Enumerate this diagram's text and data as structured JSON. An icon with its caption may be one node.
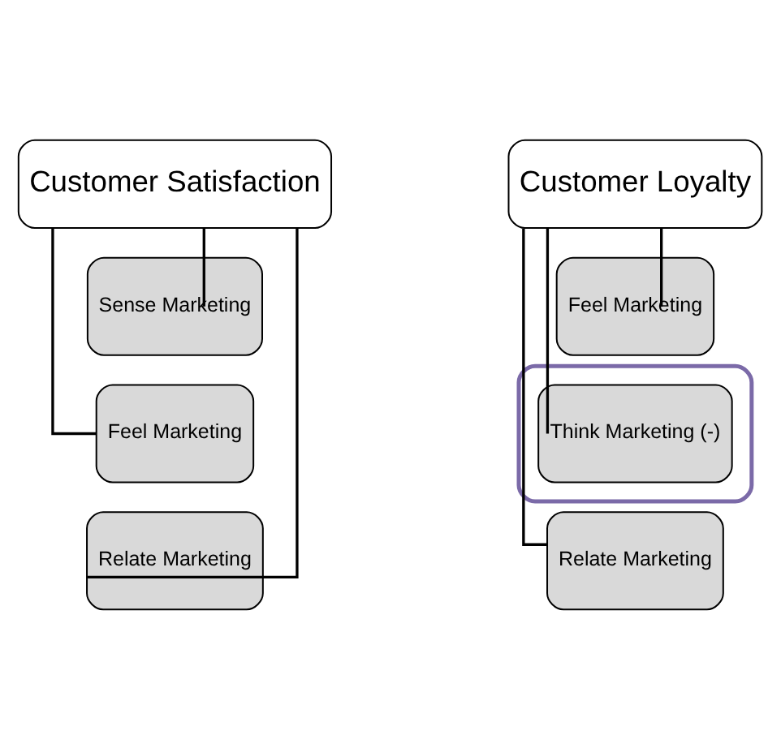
{
  "diagram": {
    "nodes": [
      {
        "text": [
          "Customer Satisfaction"
        ]
      },
      {
        "text": [
          "Sense Marketing"
        ]
      },
      {
        "text": [
          "Feel Marketing"
        ]
      },
      {
        "text": [
          "Relate Marketing"
        ]
      },
      {
        "text": [
          "Customer Loyalty"
        ]
      },
      {
        "text": [
          "Feel Marketing"
        ]
      },
      {
        "text": [],
        "shape": "ellipse"
      },
      {
        "text": [
          "Think Marketing (-)"
        ],
        "in": 6
      },
      {
        "text": [
          "Relate Marketing"
        ]
      }
    ],
    "edges": [
      {
        "from": 0,
        "to": 1,
        "arrow": "none"
      },
      {
        "from": 0,
        "to": 2,
        "arrow": "none"
      },
      {
        "from": 0,
        "to": 3,
        "arrow": "none"
      },
      {
        "from": 4,
        "to": 5,
        "arrow": "none"
      },
      {
        "from": 4,
        "to": 7,
        "arrow": "none"
      },
      {
        "from": 4,
        "to": 8,
        "arrow": "none"
      }
    ]
  }
}
